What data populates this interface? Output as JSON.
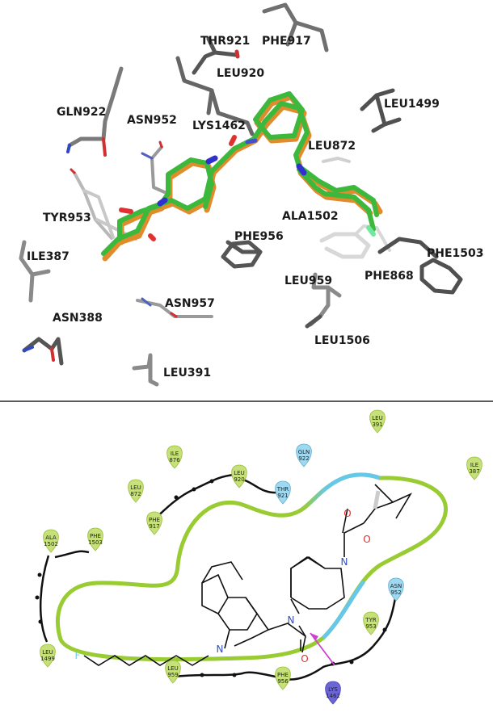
{
  "top_panel": {
    "residue_labels": [
      "THR921",
      "PHE917",
      "LEU920",
      "LEU1499",
      "GLN922",
      "ASN952",
      "LYS1462",
      "LEU872",
      "TYR953",
      "ALA1502",
      "PHE956",
      "PHE1503",
      "ILE387",
      "PHE868",
      "LEU959",
      "ASN957",
      "ASN388",
      "LEU1506",
      "LEU391"
    ]
  },
  "bottom_panel": {
    "residues": [
      {
        "name": "LEU",
        "num": "391",
        "kind": "hydrophobic"
      },
      {
        "name": "ILE",
        "num": "387",
        "kind": "hydrophobic"
      },
      {
        "name": "ILE",
        "num": "876",
        "kind": "hydrophobic"
      },
      {
        "name": "GLN",
        "num": "922",
        "kind": "polar"
      },
      {
        "name": "LEU",
        "num": "920",
        "kind": "hydrophobic"
      },
      {
        "name": "THR",
        "num": "921",
        "kind": "polar"
      },
      {
        "name": "LEU",
        "num": "872",
        "kind": "hydrophobic"
      },
      {
        "name": "PHE",
        "num": "917",
        "kind": "hydrophobic"
      },
      {
        "name": "ALA",
        "num": "1502",
        "kind": "hydrophobic"
      },
      {
        "name": "PHE",
        "num": "1503",
        "kind": "hydrophobic"
      },
      {
        "name": "ASN",
        "num": "952",
        "kind": "polar"
      },
      {
        "name": "TYR",
        "num": "953",
        "kind": "hydrophobic"
      },
      {
        "name": "LEU",
        "num": "1499",
        "kind": "hydrophobic"
      },
      {
        "name": "LEU",
        "num": "959",
        "kind": "hydrophobic"
      },
      {
        "name": "PHE",
        "num": "956",
        "kind": "hydrophobic"
      },
      {
        "name": "LYS",
        "num": "1462",
        "kind": "positive"
      }
    ],
    "atoms": {
      "fluorine": "F",
      "nitrogen": "N",
      "oxygen": "O"
    },
    "colors": {
      "hydrophobic": "#c6e07a",
      "polar": "#9fd8ef",
      "positive": "#6b66d6",
      "pocket_green": "#99cc33",
      "pocket_blue": "#66c8e8",
      "oxygen": "#e03030",
      "nitrogen": "#3050c0",
      "fluorine": "#70c8e8",
      "hbond": "#d040d0"
    }
  }
}
